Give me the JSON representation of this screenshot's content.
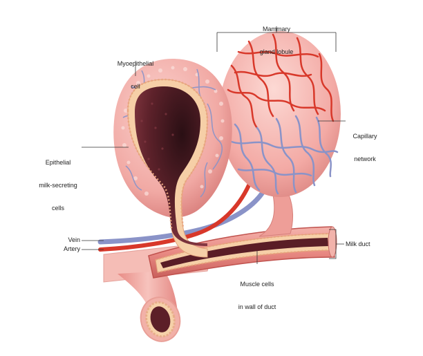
{
  "labels": {
    "mammary_lobule": [
      "Mammary",
      "gland lobule"
    ],
    "myoepithelial": [
      "Myoepithelial",
      "cell"
    ],
    "capillary": [
      "Capillary",
      "network"
    ],
    "epithelial": [
      "Epithelial",
      "milk-secreting",
      "cells"
    ],
    "vein": "Vein",
    "artery": "Artery",
    "milk_duct": "Milk duct",
    "muscle": [
      "Muscle cells",
      "in wall of duct"
    ]
  },
  "colors": {
    "lobule_pink": "#f2a9a5",
    "lumen_dark": "#6b2530",
    "epithelial_cell": "#f7c9a0",
    "artery_red": "#d8382a",
    "vein_blue": "#8a93c8",
    "duct_tissue": "#e9857f",
    "label_text": "#222222"
  }
}
